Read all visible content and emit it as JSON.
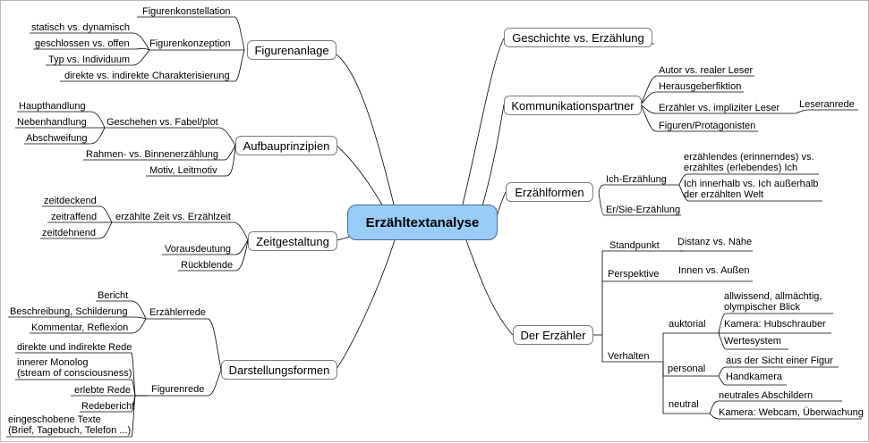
{
  "center": "Erzähltextanalyse",
  "figurenanlage": {
    "title": "Figurenanlage",
    "figurenkonstellation": "Figurenkonstellation",
    "figurenkonzeption": "Figurenkonzeption",
    "statisch": "statisch vs. dynamisch",
    "geschlossen": "geschlossen vs. offen",
    "typ": "Typ vs. Individuum",
    "charakterisierung": "direkte vs. indirekte Charakterisierung"
  },
  "aufbauprinzipien": {
    "title": "Aufbauprinzipien",
    "geschehen": "Geschehen vs. Fabel/plot",
    "haupthandlung": "Haupthandlung",
    "nebenhandlung": "Nebenhandlung",
    "abschweifung": "Abschweifung",
    "rahmen": "Rahmen- vs. Binnenerzählung",
    "motiv": "Motiv, Leitmotiv"
  },
  "zeitgestaltung": {
    "title": "Zeitgestaltung",
    "erzaehlte_zeit": "erzählte Zeit vs. Erzählzeit",
    "zeitdeckend": "zeitdeckend",
    "zeitraffend": "zeitraffend",
    "zeitdehnend": "zeitdehnend",
    "vorausdeutung": "Vorausdeutung",
    "rueckblende": "Rückblende"
  },
  "darstellungsformen": {
    "title": "Darstellungsformen",
    "erzaehlerrede": "Erzählerrede",
    "bericht": "Bericht",
    "beschreibung": "Beschreibung, Schilderung",
    "kommentar": "Kommentar, Reflexion",
    "figurenrede": "Figurenrede",
    "direkte_rede": "direkte und indirekte Rede",
    "monolog": "innerer Monolog\n(stream of consciousness)",
    "erlebte_rede": "erlebte Rede",
    "redebericht": "Redebericht",
    "eingeschoben": "eingeschobene Texte\n(Brief, Tagebuch, Telefon ...)"
  },
  "geschichte": {
    "title": "Geschichte vs. Erzählung"
  },
  "kommunikation": {
    "title": "Kommunikationspartner",
    "autor": "Autor vs. realer Leser",
    "herausgeber": "Herausgeberfiktion",
    "erzaehler_leser": "Erzähler vs. impliziter Leser",
    "leseranrede": "Leseranrede",
    "figuren": "Figuren/Protagonisten"
  },
  "erzaehlformen": {
    "title": "Erzählformen",
    "ich": "Ich-Erzählung",
    "erinnerndes": "erzählendes (erinnerndes) vs.\nerzähltes (erlebendes) Ich",
    "innerhalb": "Ich innerhalb vs. Ich außerhalb\nder erzählten Welt",
    "er_sie": "Er/Sie-Erzählung"
  },
  "erzaehler": {
    "title": "Der Erzähler",
    "standpunkt": "Standpunkt",
    "distanz": "Distanz vs. Nähe",
    "perspektive": "Perspektive",
    "innen": "Innen vs. Außen",
    "verhalten": "Verhalten",
    "auktorial": "auktorial",
    "allwissend": "allwissend, allmächtig,\nolympischer Blick",
    "hubschrauber": "Kamera: Hubschrauber",
    "wertesystem": "Wertesystem",
    "personal": "personal",
    "sicht": "aus der Sicht einer Figur",
    "handkamera": "Handkamera",
    "neutral": "neutral",
    "abschildern": "neutrales Abschildern",
    "webcam": "Kamera: Webcam, Überwachung"
  }
}
